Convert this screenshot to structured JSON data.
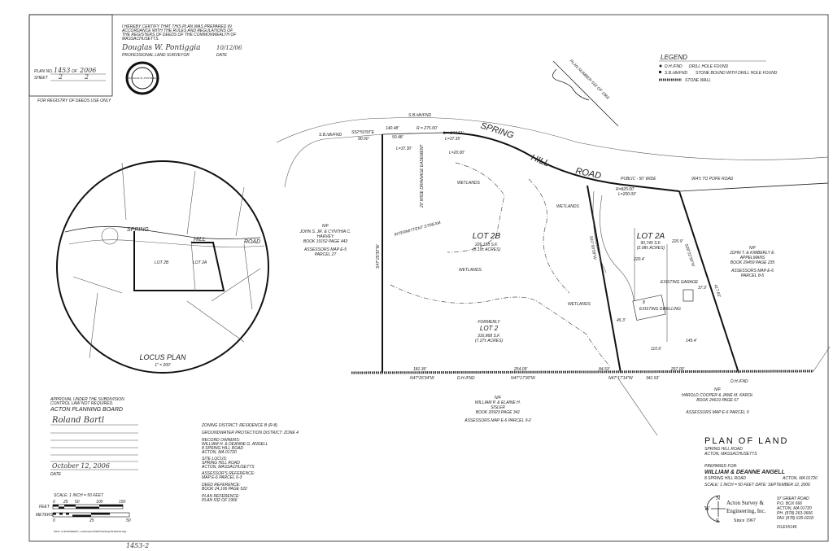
{
  "registry": {
    "plan_no_label": "PLAN NO.",
    "plan_no": "1453",
    "of_label": "OF",
    "plan_year": "2006",
    "sheet_label": "SHEET",
    "sheet": "2",
    "sheet_of": "2",
    "registry_use": "FOR REGISTRY OF DEEDS USE ONLY"
  },
  "certification": {
    "lines": [
      "I HEREBY CERTIFY THAT THIS PLAN WAS PREPARED IN",
      "ACCORDANCE WITH THE RULES AND REGULATIONS OF",
      "THE REGISTERS OF DEEDS OF THE COMMONWEALTH OF",
      "MASSACHUSETTS."
    ],
    "signature": "Douglas W. Pontiggia",
    "sign_date": "10/12/06",
    "surveyor_label": "PROFESSIONAL LAND SURVEYOR",
    "date_label": "DATE"
  },
  "seal": {
    "text": "DOUGLAS W. PONTIGGIA"
  },
  "legend": {
    "title": "LEGEND",
    "items": [
      {
        "symbol": "D.H./FND",
        "desc": "DRILL HOLE FOUND"
      },
      {
        "symbol": "S.B./dh/FND",
        "desc": "STONE BOUND WITH DRILL HOLE FOUND"
      },
      {
        "symbol": "",
        "desc": "STONE WALL"
      }
    ]
  },
  "plan_ref_arrow": "PLAN NUMBER 532 OF 1966",
  "road": {
    "words": [
      "SPRING",
      "HILL",
      "ROAD"
    ],
    "public": "PUBLIC  -  50' WIDE",
    "to_pope": "964'± TO POPE ROAD",
    "curve1": "R=825.00'",
    "curve1_l": "L=200.00'"
  },
  "survey_labels": {
    "sb_left": "S.B./dh/FND",
    "sb_top": "S.B./dh/FND",
    "bearing_top": "S52°50'00\"E",
    "dist_90": "90.00'",
    "dist_140": "140.48'",
    "dist_50": "50.48'",
    "r275": "R = 275.00'",
    "l144": "L = 144.51'",
    "l37b": "L=37.35'",
    "l37": "L=37.30'",
    "l20": "L=20.00'",
    "easement": "20' WIDE DRAINAGE EASEMENT",
    "left_bearing": "S47°29'30\"W",
    "mid_bearing": "S41°58'58\"W",
    "right_bearing": "S38°22'30\"W",
    "bottom_181": "181.36'",
    "bottom_bearing1": "N47°26'34\"W",
    "dh_fnd": "D.H./FND",
    "bottom_254": "254.09'",
    "bottom_bearing2": "N47°17'30\"W",
    "bottom_84": "84.53'",
    "bottom_bearing3": "N47°17'14\"W",
    "bottom_341": "341.53'",
    "bottom_257": "257.00'",
    "dh_fnd_right": "D.H./FND",
    "d220_9": "220.9'",
    "d220_4": "220.4'",
    "d37_9": "37.9'",
    "d417": "417.63'",
    "d145": "145.4'",
    "d110": "110.6'",
    "d45": "45.3'",
    "intermittent": "INTERMITTENT STREAM"
  },
  "lots": {
    "lot2b": {
      "name": "LOT   2B",
      "area": "226,128 S.F.",
      "acres": "(5.19± ACRES)"
    },
    "lot2a": {
      "name": "LOT   2A",
      "area": "90,740 S.F.",
      "acres": "(2.08± ACRES)"
    },
    "former": {
      "label": "FORMERLY",
      "name": "LOT   2",
      "area": "316,868 S.F.",
      "acres": "(7.27± ACRES)"
    },
    "wetlands": "WETLANDS",
    "garage": "EXISTING GARAGE",
    "dwelling": "EXISTING DWELLING",
    "dwelling_no": "8"
  },
  "abutters": {
    "harvey": {
      "nf": "N/F",
      "lines": [
        "JOHN S. JR.  &  CYNTHIA C.",
        "HARVEY",
        "BOOK 19152  PAGE 443"
      ],
      "map": "ASSESSORS MAP E-5",
      "parcel": "PARCEL 27"
    },
    "appelmans": {
      "nf": "N/F",
      "lines": [
        "JOHN T.  &  KIMBERLY E.",
        "APPELMANS",
        "BOOK 29459  PAGE 235"
      ],
      "map": "ASSESSORS MAP E-6",
      "parcel": "PARCEL 8-5"
    },
    "sisler": {
      "nf": "N/F",
      "lines": [
        "WILLIAM P.  &  ELAINE H.",
        "SISLER",
        "BOOK 20923  PAGE 341"
      ],
      "map": "ASSESSORS MAP  E-6     PARCEL  9-2"
    },
    "cooper": {
      "nf": "N/F",
      "lines": [
        "HAROLD COOPER  &  JANE M. KAROL",
        "BOOK 24619  PAGE 67"
      ],
      "map": "ASSESSORS MAP  E-6      PARCEL 9"
    }
  },
  "locus": {
    "title": "LOCUS PLAN",
    "scale": "1\" = 200'",
    "spring": "SPRING",
    "hill": "HILL",
    "road": "ROAD",
    "lot2b": "LOT  2B",
    "lot2a": "LOT  2A"
  },
  "planning_board": {
    "approval": [
      "APPROVAL UNDER THE SUBDIVISION",
      "CONTROL LAW NOT REQUIRED."
    ],
    "board": "ACTON PLANNING BOARD",
    "signature": "Roland Bartl",
    "date": "October 12, 2006",
    "date_label": "DATE"
  },
  "scale": {
    "label": "SCALE:     1 INCH = 50 FEET",
    "feet_label": "FEET",
    "feet_ticks": [
      "0",
      "25",
      "50",
      "100",
      "150"
    ],
    "meters_label": "METERS",
    "meters_ticks": [
      "0",
      "25",
      "50"
    ],
    "file_path": "DWG: S:\\ENGINEER\\7_subdiv\\plan\\2006\\5146\\dwg\\5146ANR.dwg"
  },
  "notes": [
    [
      "ZONING DISTRICT:   RESIDENCE B (R-8)"
    ],
    [
      "GROUNDWATER PROTECTION DISTRICT:   ZONE 4"
    ],
    [
      "RECORD OWNERS:",
      "WILLIAM H.  &  DEANNE G. ANGELL",
      "8 SPRING HILL ROAD",
      "ACTON, MA 01720"
    ],
    [
      "SITE LOCUS:",
      "SPRING HILL ROAD",
      "ACTON, MASSACHUSETTS"
    ],
    [
      "ASSESSOR'S REFERENCE:",
      "MAP E-6   PARCEL 6-3"
    ],
    [
      "DEED REFERENCE:",
      "BOOK 24,106 PAGE 522"
    ],
    [
      "PLAN REFERENCE:",
      "PLAN 532 OF 1966"
    ]
  ],
  "title_block": {
    "title": "PLAN   OF   LAND",
    "loc1": "SPRING HILL ROAD",
    "loc2": "ACTON, MASSACHUSETTS",
    "prepared_for": "PREPARED FOR:",
    "client": "WILLIAM & DEANNE ANGELL",
    "client_addr": "8 SPRING HILL ROAD",
    "client_city": "ACTON, MA 01720",
    "scale_date": "SCALE:  1 INCH = 50 FEET    DATE:  SEPTEMBER 12, 2006",
    "company1": "Acton Survey &",
    "company2": "Engineering, Inc.",
    "since": "Since 1967",
    "compass": [
      "N",
      "S",
      "W",
      "E"
    ],
    "address": [
      "97 GREAT ROAD",
      "P.O. BOX 666",
      "ACTON, MA 01720",
      "PH. (978) 263-3666",
      "FAX (978) 635-0218"
    ],
    "file": "FILE#5146"
  },
  "handwritten_ref": "1453-2"
}
